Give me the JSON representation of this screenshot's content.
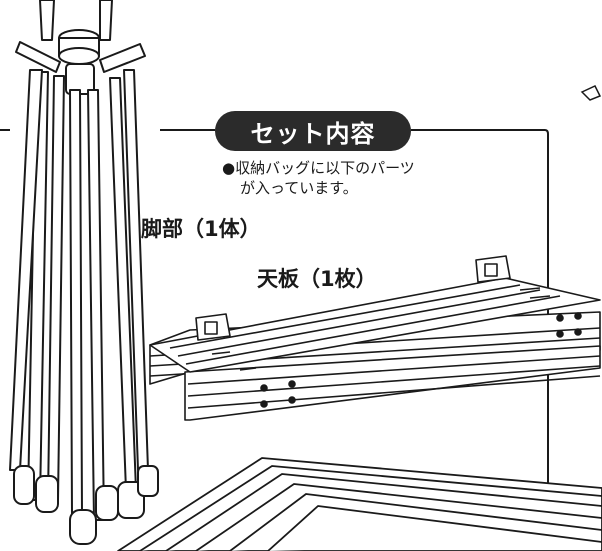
{
  "section": {
    "title": "セット内容",
    "note_bullet": "●",
    "note_line1": "収納バッグに以下のパーツ",
    "note_line2": "が入っています。"
  },
  "parts": [
    {
      "label": "脚部（1体）"
    },
    {
      "label": "天板（1枚）"
    }
  ],
  "colors": {
    "ink": "#1a1a1a",
    "pill": "#2b2b2b",
    "paper": "#ffffff"
  },
  "icons": [
    "folding-legs-illustration",
    "tabletop-boards-illustration",
    "table-surface-illustration"
  ]
}
